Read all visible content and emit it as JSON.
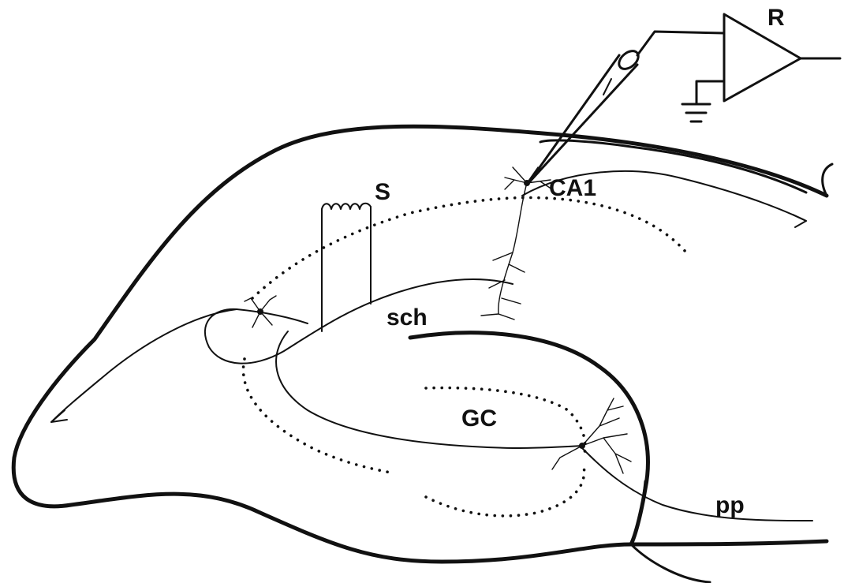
{
  "labels": {
    "recording_amplifier": "R",
    "stimulating_electrode": "S",
    "ca1": "CA1",
    "schaffer_collaterals": "sch",
    "granule_cells": "GC",
    "perforant_path": "pp"
  }
}
